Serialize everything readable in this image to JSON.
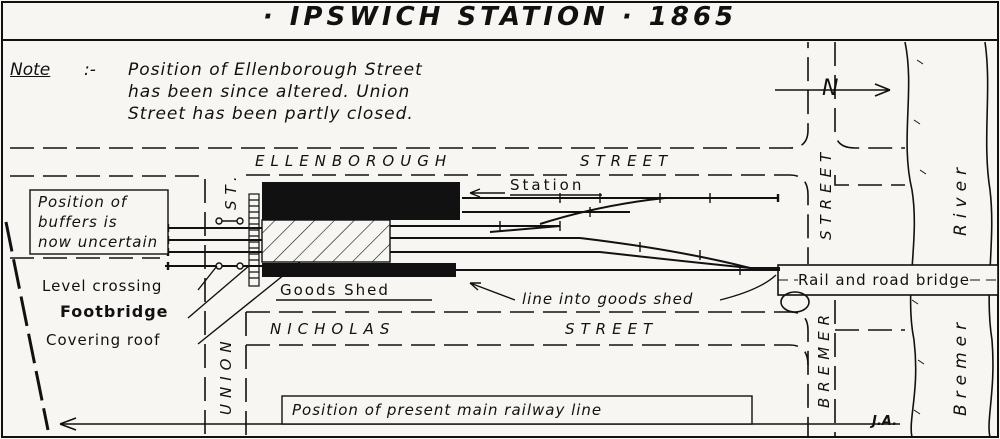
{
  "title": "· IPSWICH  STATION · 1865",
  "note": {
    "heading": "Note",
    "separator": ":-",
    "lines": [
      "Position of Ellenborough Street",
      "has been since altered.  Union",
      "Street has been partly closed."
    ]
  },
  "streets": {
    "ellenborough": "ELLENBOROUGH",
    "ellenborough_street": "STREET",
    "nicholas": "NICHOLAS",
    "nicholas_street": "STREET",
    "union": "UNION",
    "union_st": "ST.",
    "bremer": "BREMER",
    "bremer_street": "STREET"
  },
  "river": {
    "upper": "River",
    "lower": "Bremer"
  },
  "north_arrow": "N",
  "labels": {
    "station": "Station",
    "goods_shed": "Goods  Shed",
    "line_into_goods_shed": "line into goods shed",
    "rail_road_bridge": "Rail and road bridge",
    "buffers": [
      "Position of",
      "buffers is",
      "now uncertain"
    ],
    "level_crossing": "Level crossing",
    "footbridge": "Footbridge",
    "covering_roof": "Covering roof",
    "main_line": "Position of present main railway line",
    "initials": "J.A."
  },
  "colors": {
    "ink": "#111111",
    "paper": "#f7f6f2"
  }
}
